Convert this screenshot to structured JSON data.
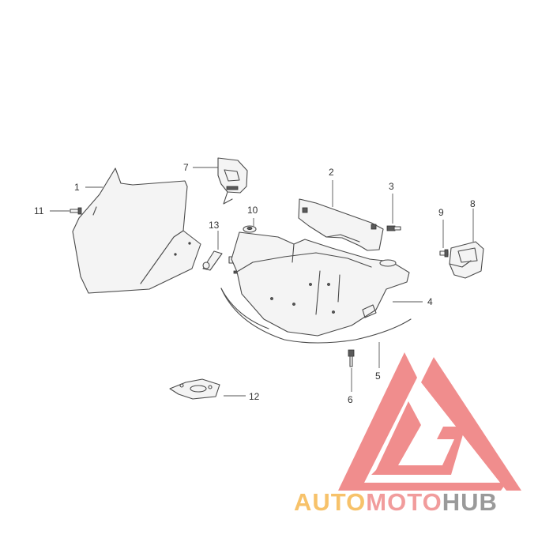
{
  "callouts": [
    {
      "id": "1",
      "label": "1"
    },
    {
      "id": "2",
      "label": "2"
    },
    {
      "id": "3",
      "label": "3"
    },
    {
      "id": "4",
      "label": "4"
    },
    {
      "id": "5",
      "label": "5"
    },
    {
      "id": "6",
      "label": "6"
    },
    {
      "id": "7",
      "label": "7"
    },
    {
      "id": "8",
      "label": "8"
    },
    {
      "id": "9",
      "label": "9"
    },
    {
      "id": "10",
      "label": "10"
    },
    {
      "id": "11",
      "label": "11"
    },
    {
      "id": "12",
      "label": "12"
    },
    {
      "id": "13",
      "label": "13"
    }
  ],
  "watermark": {
    "part1": "AUTO",
    "part2": "MOTO",
    "part3": "HUB",
    "colors": {
      "part1": "#f7c26a",
      "part2": "#f19c9c",
      "part3": "#9a9a9a",
      "triangle": "#f08d8d"
    }
  }
}
